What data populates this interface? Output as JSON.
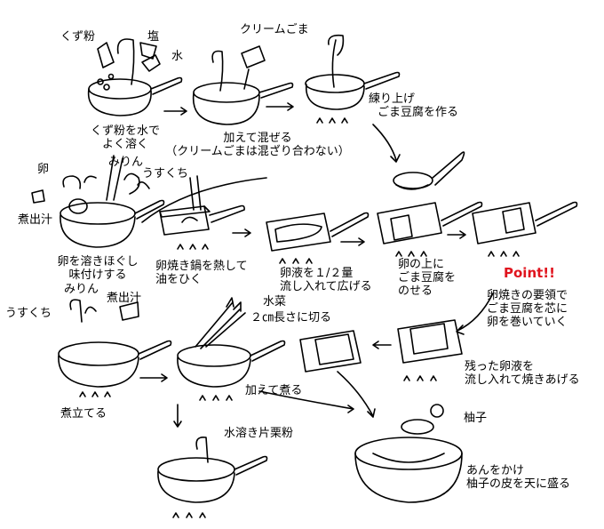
{
  "labels": {
    "kuzuko": "くず粉",
    "shio": "塩",
    "mizu": "水",
    "cream_goma": "クリームごま",
    "step1_caption_line1": "くず粉を水で",
    "step1_caption_line2": "よく溶く",
    "step2_caption_line1": "加えて混ぜる",
    "step2_caption_line2": "（クリームごまは混ざり合わない）",
    "step3_caption_line1": "練り上げ",
    "step3_caption_line2": "ごま豆腐を作る",
    "tamago": "卵",
    "mirin1": "みりん",
    "usukuchi1": "うすくち",
    "nidashi1": "煮出汁",
    "step4_caption_line1": "卵を溶きほぐし",
    "step4_caption_line2": "味付けする",
    "step5_caption_line1": "卵焼き鍋を熱して",
    "step5_caption_line2": "油をひく",
    "step6_caption_line1": "卵液を１/２量",
    "step6_caption_line2": "流し入れて広げる",
    "step7_caption_line1": "卵の上に",
    "step7_caption_line2": "ごま豆腐を",
    "step7_caption_line3": "のせる",
    "point": "Point!!",
    "point_caption_line1": "卵焼きの要領で",
    "point_caption_line2": "ごま豆腐を芯に",
    "point_caption_line3": "卵を巻いていく",
    "mirin2": "みりん",
    "usukuchi2": "うすくち",
    "nidashi2": "煮出汁",
    "mizuna": "水菜",
    "mizuna_caption": "２㎝長さに切る",
    "step_nitateru": "煮立てる",
    "step_kuwaete_niru": "加えて煮る",
    "step9_caption_line1": "残った卵液を",
    "step9_caption_line2": "流し入れて焼きあげる",
    "katakuriko": "水溶き片栗粉",
    "yuzu": "柚子",
    "final_caption_line1": "あんをかけ",
    "final_caption_line2": "柚子の皮を天に盛る"
  },
  "colors": {
    "point": "#e0141e",
    "line": "#000000"
  }
}
